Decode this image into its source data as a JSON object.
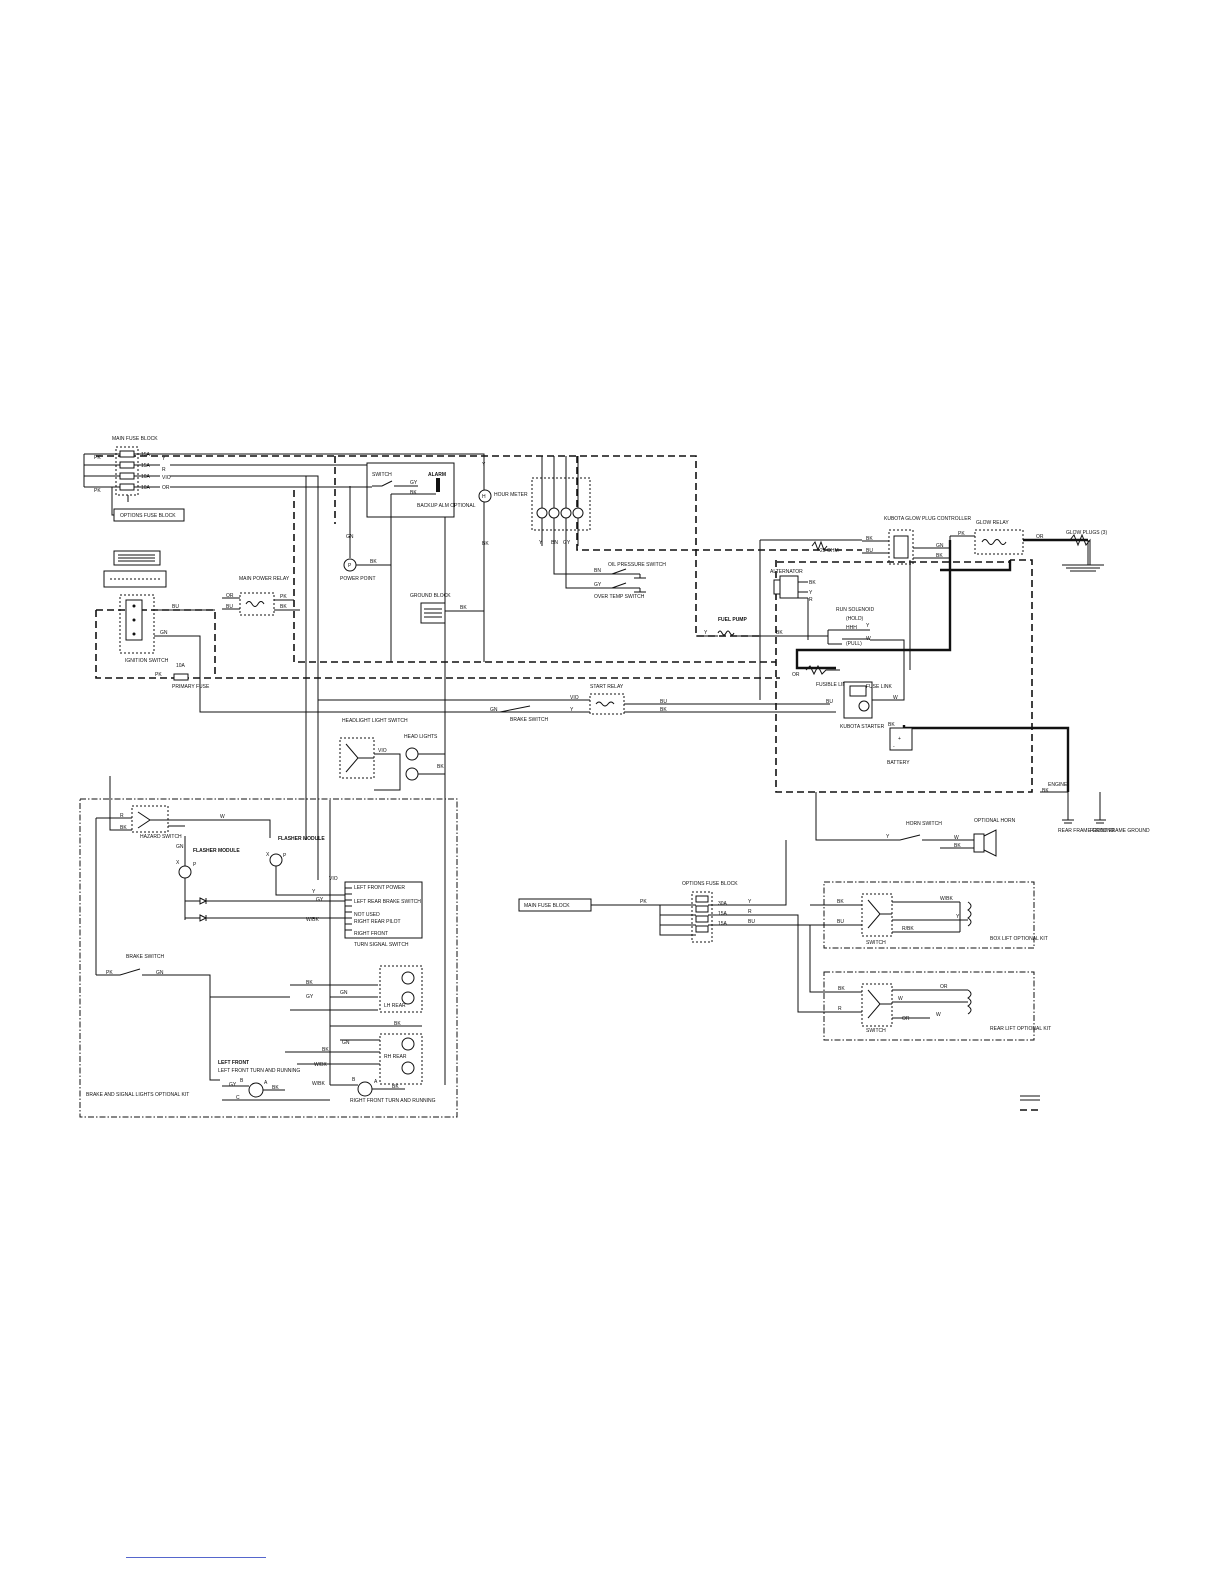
{
  "labels": {
    "main_fuse_block": "MAIN FUSE BLOCK",
    "options_fuse_block_ref": "OPTIONS FUSE BLOCK",
    "ignition_switch": "IGNITION SWITCH",
    "main_power_relay": "MAIN POWER RELAY",
    "primary_fuse": "PRIMARY FUSE",
    "switch": "SWITCH",
    "alarm": "ALARM",
    "backup_alarm_optional": "BACKUP ALM OPTIONAL",
    "power_point": "POWER POINT",
    "ground_block": "GROUND BLOCK",
    "hour_meter": "HOUR METER",
    "oil_pressure_switch": "OIL PRESSURE SWITCH",
    "over_temp_switch": "OVER TEMP SWITCH",
    "glow_plug_controller": "KUBOTA GLOW PLUG CONTROLLER",
    "glow_relay": "GLOW RELAY",
    "glow_plugs": "GLOW PLUGS (3)",
    "alternator": "ALTERNATOR",
    "ohm_25": "25 OHM",
    "fuel_pump": "FUEL PUMP",
    "run_solenoid": "RUN SOLENOID",
    "hold": "(HOLD)",
    "pull": "(PULL)",
    "fusible_link": "FUSIBLE LINK",
    "start_relay": "START RELAY",
    "brake_switch": "BRAKE SWITCH",
    "kubota_starter": "KUBOTA STARTER",
    "fusible_link_2": "FUSE LINK",
    "battery": "BATTERY",
    "engine": "ENGINE",
    "rear_frame_ground": "REAR FRAME GROUND",
    "front_frame_ground": "FRONT FRAME GROUND",
    "headlight_switch": "HEADLIGHT LIGHT SWITCH",
    "head_lights": "HEAD LIGHTS",
    "horn_switch": "HORN SWITCH",
    "optional_horn": "OPTIONAL HORN",
    "main_fuse_block_ref": "MAIN FUSE BLOCK",
    "options_fuse_block": "OPTIONS FUSE BLOCK",
    "bed_lift_switch": "SWITCH",
    "bed_lift_optional_kit": "BOX LIFT OPTIONAL KIT",
    "rear_lift_switch": "SWITCH",
    "rear_lift_optional_kit": "REAR LIFT OPTIONAL KIT",
    "hazard_switch": "HAZARD SWITCH",
    "flasher_module_1": "FLASHER MODULE",
    "flasher_module_2": "FLASHER MODULE",
    "left_front_power": "LEFT FRONT POWER",
    "left_rear_brake_switch": "LEFT REAR BRAKE SWITCH",
    "not_used": "NOT USED",
    "right_rear_pilot": "RIGHT REAR PILOT",
    "right_front": "RIGHT FRONT",
    "turn_signal_switch": "TURN SIGNAL SWITCH",
    "brake_switch_2": "BRAKE SWITCH",
    "left_front_turn": "LEFT FRONT TURN AND RUNNING",
    "right_front_turn": "RIGHT FRONT TURN AND RUNNING",
    "brake_signal_kit": "BRAKE AND SIGNAL LIGHTS OPTIONAL KIT",
    "left_rear": "LH REAR",
    "right_rear": "RH REAR"
  },
  "fuses": {
    "main": [
      "15A",
      "15A",
      "10A",
      "10A"
    ],
    "primary": "10A",
    "options": [
      "30A",
      "15A",
      "15A"
    ]
  },
  "wire_codes": {
    "pk": "PK",
    "r": "R",
    "y": "Y",
    "vio": "VIO",
    "or": "OR",
    "bk": "BK",
    "bu": "BU",
    "gn": "GN",
    "gy": "GY",
    "bn": "BN",
    "w": "W",
    "wbk": "W/BK",
    "rbk": "R/BK",
    "p": "P",
    "x": "X",
    "a": "A",
    "b": "B",
    "c": "C"
  }
}
